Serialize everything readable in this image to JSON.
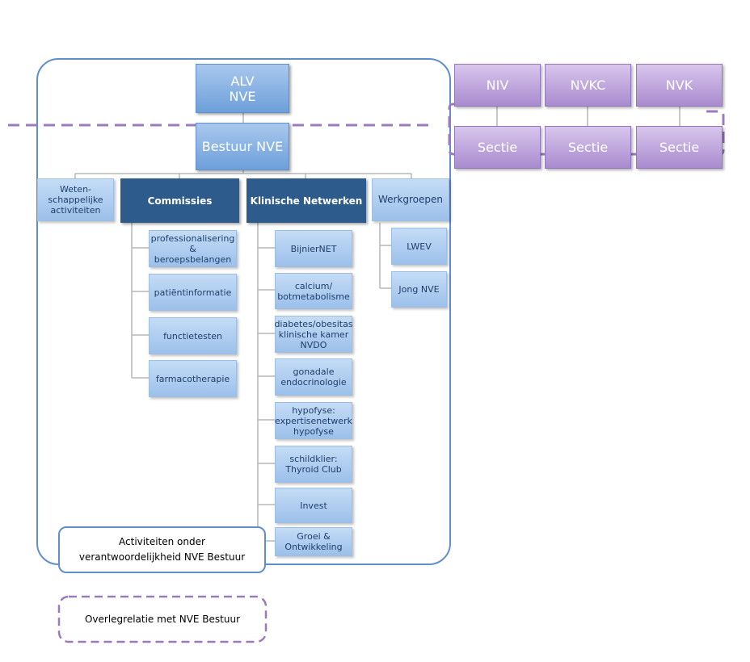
{
  "top": {
    "alv_line1": "ALV",
    "alv_line2": "NVE",
    "bestuur": "Bestuur NVE"
  },
  "external": {
    "societies": [
      "NIV",
      "NVKC",
      "NVK"
    ],
    "sections": [
      "Sectie",
      "Sectie",
      "Sectie"
    ]
  },
  "branches": {
    "weten_line1": "Weten-",
    "weten_line2": "schappelijke",
    "weten_line3": "activiteiten",
    "commissies": "Commissies",
    "netwerken": "Klinische Netwerken",
    "werkgroepen": "Werkgroepen"
  },
  "commissies": {
    "c1_line1": "professionalisering",
    "c1_line2": "& beroepsbelangen",
    "c2": "patiëntinformatie",
    "c3": "functietesten",
    "c4": "farmacotherapie"
  },
  "netwerken": {
    "n1": "BijnierNET",
    "n2_line1": "calcium/",
    "n2_line2": "botmetabolisme",
    "n3_line1": "diabetes/obesitas",
    "n3_line2": "klinische kamer",
    "n3_line3": "NVDO",
    "n4_line1": "gonadale",
    "n4_line2": "endocrinologie",
    "n5_line1": "hypofyse:",
    "n5_line2": "expertisenetwerk",
    "n5_line3": "hypofyse",
    "n6_line1": "schildklier:",
    "n6_line2": "Thyroid Club",
    "n7": "Invest",
    "n8_line1": "Groei &",
    "n8_line2": "Ontwikkeling"
  },
  "werkgroepen": {
    "w1": "LWEV",
    "w2": "Jong NVE"
  },
  "legend": {
    "solid_line1": "Activiteiten onder",
    "solid_line2": "verantwoordelijkheid NVE Bestuur",
    "dashed": "Overlegrelatie met NVE Bestuur"
  },
  "colors": {
    "frame_blue": "#5f8fcb",
    "dark_blue": "#2c5b8c",
    "purple": "#a98bcf",
    "dashed_purple": "#9b7bbd"
  }
}
